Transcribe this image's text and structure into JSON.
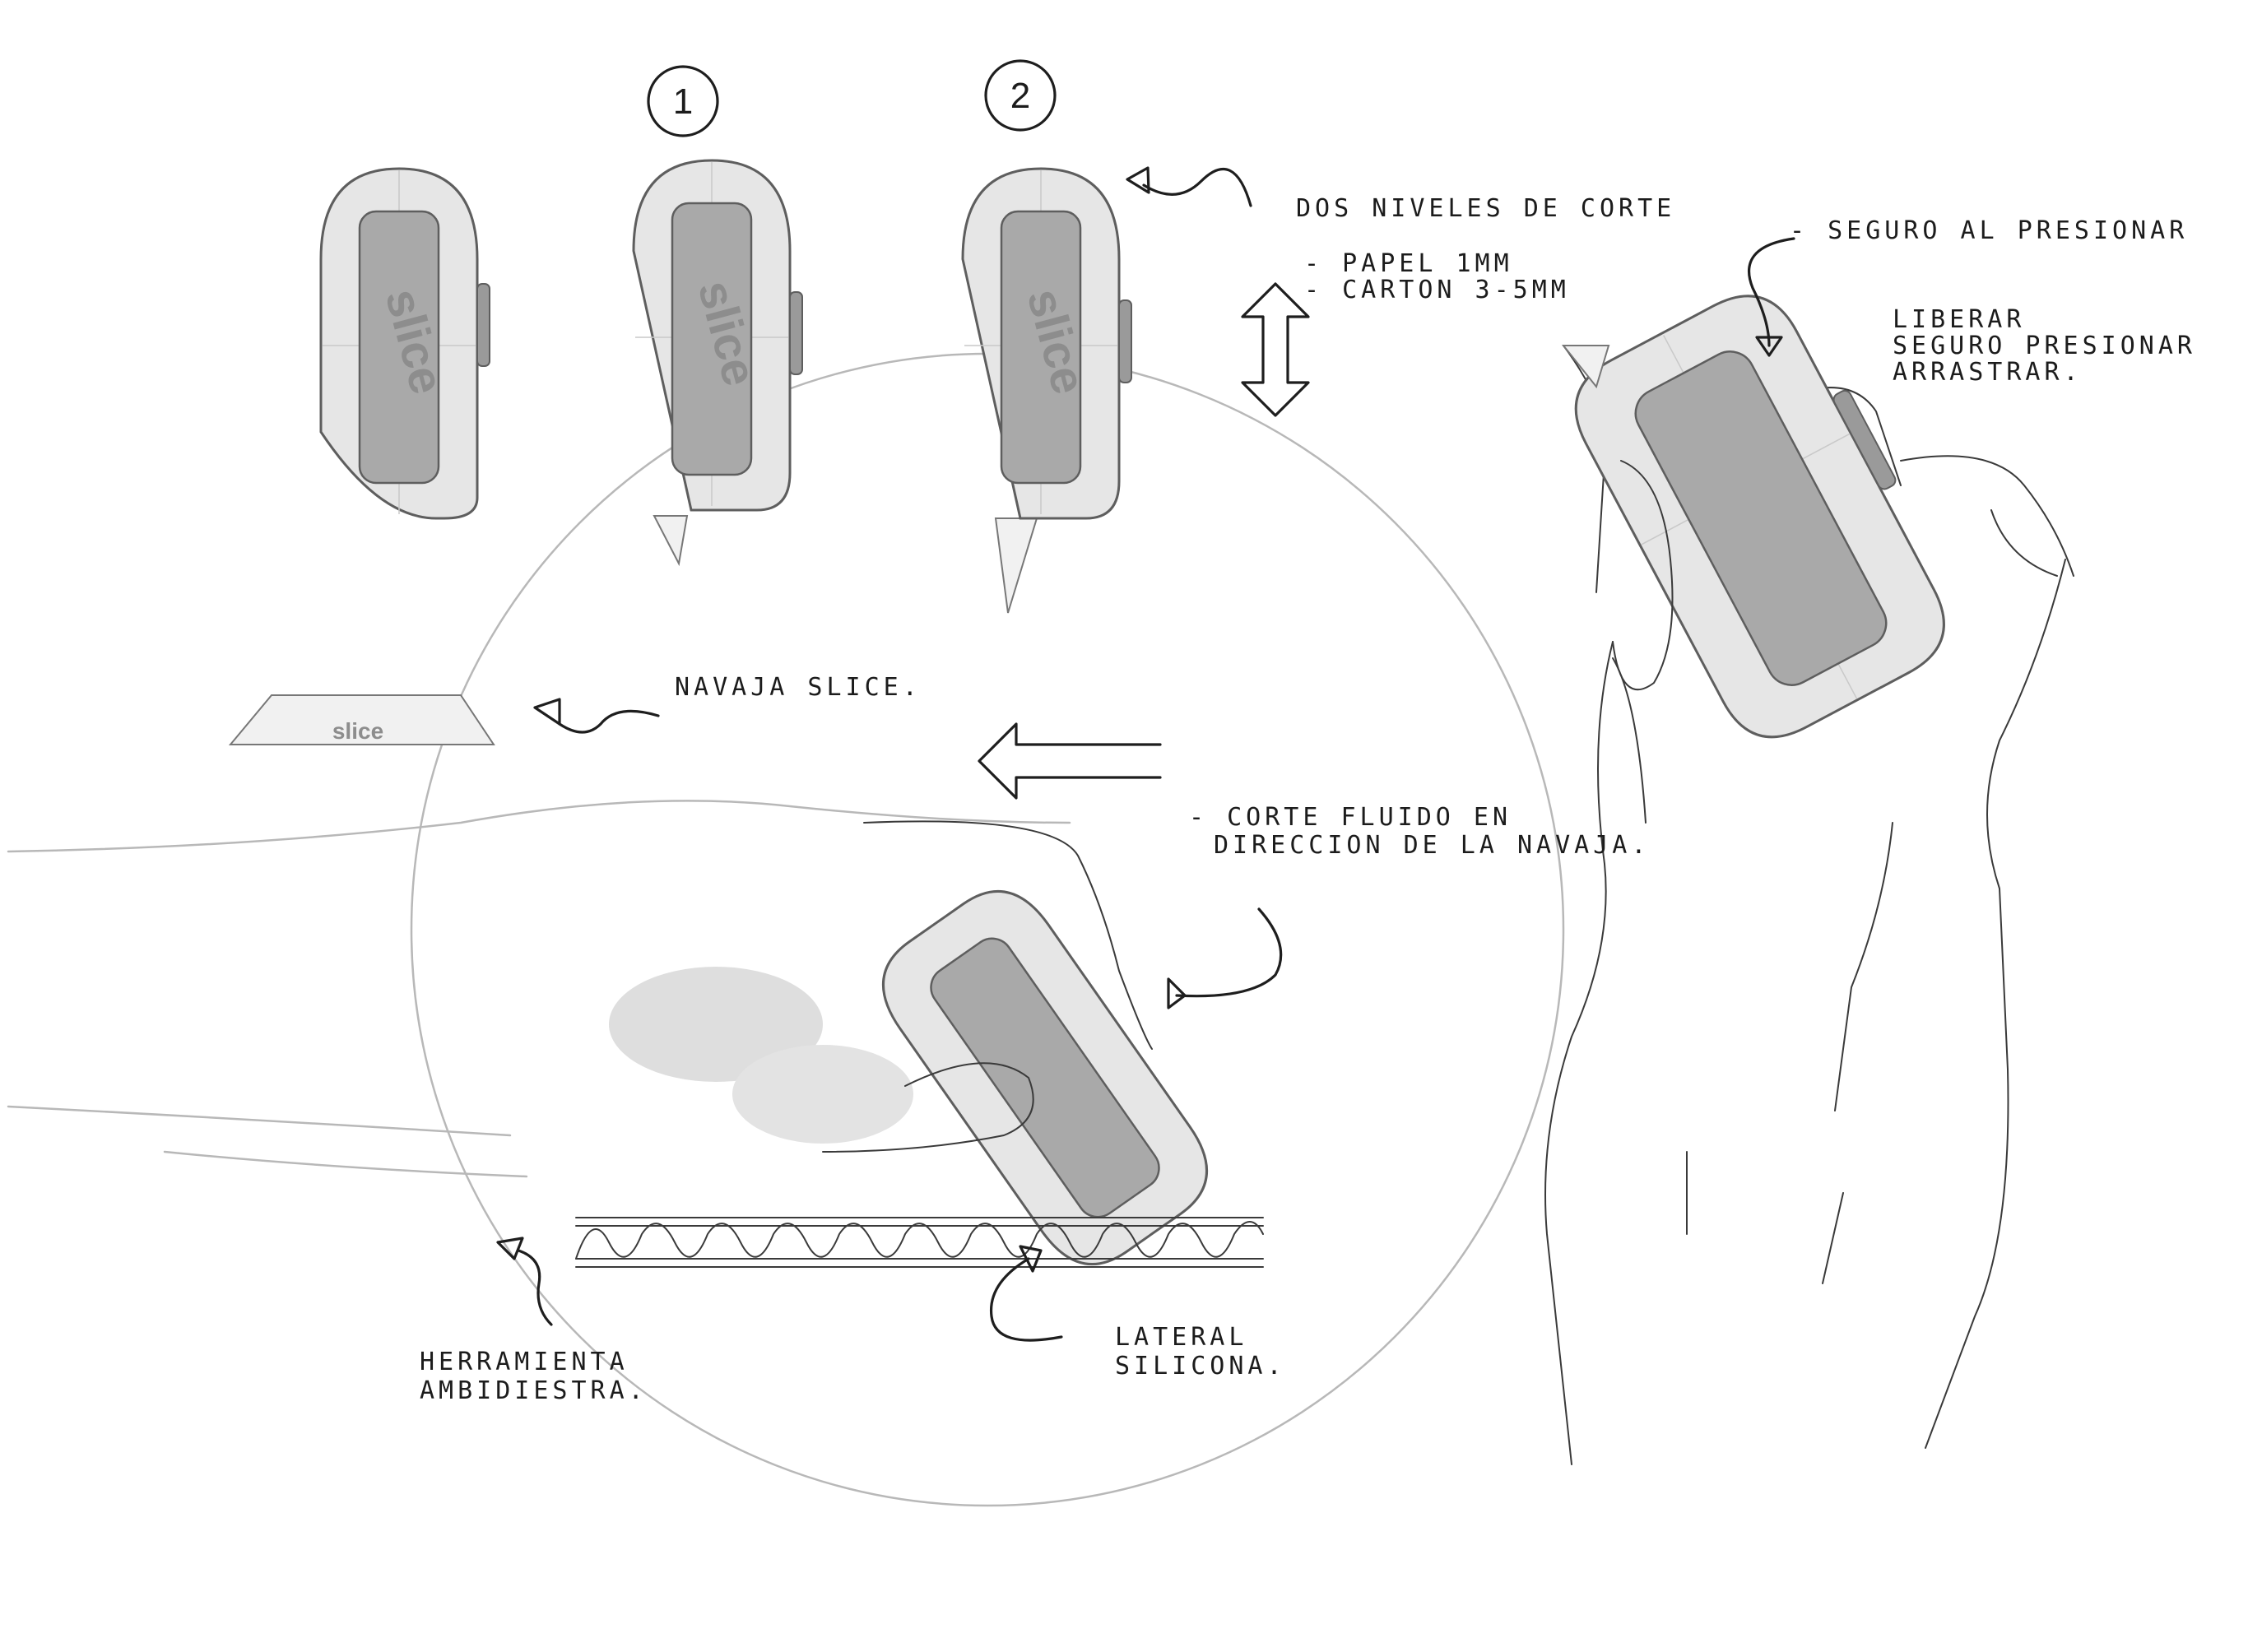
{
  "title": "",
  "brand_mark": "slice",
  "view_numbers": [
    "1",
    "2"
  ],
  "annotations": {
    "cut_levels_title": "Dos niveles de corte",
    "cut_level_paper": "- Papel 1mm",
    "cut_level_cardboard": "- Carton 3-5mm",
    "lock_on_press": "- Seguro al presionar",
    "release_lock_line1": "Liberar",
    "release_lock_line2": "seguro presionar",
    "release_lock_line3": "arrastrar.",
    "blade_label": "Navaja slice.",
    "fluid_cut_line1": "- Corte fluido en",
    "fluid_cut_line2": "direccion de la navaja.",
    "ambidextrous_line1": "Herramienta",
    "ambidextrous_line2": "ambidiestra.",
    "silicone_side_line1": "Lateral",
    "silicone_side_line2": "silicona."
  },
  "colors": {
    "ink": "#1e1e1e",
    "body": "#e6e6e6",
    "insert": "#a9a9a9"
  }
}
